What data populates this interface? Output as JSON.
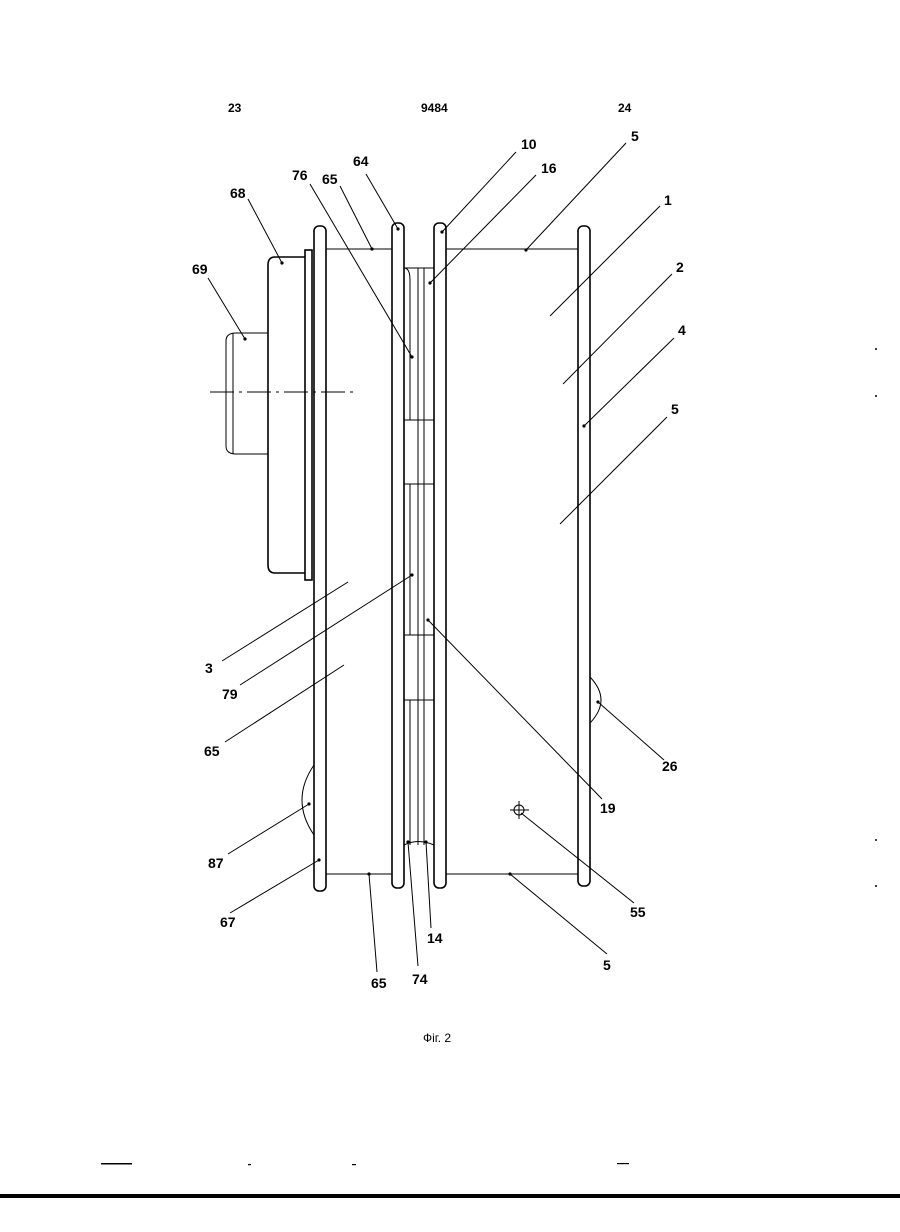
{
  "header": {
    "left_page": "23",
    "center_doc": "9484",
    "right_page": "24"
  },
  "caption": "Фiг. 2",
  "reference_labels": {
    "r64": "64",
    "r10": "10",
    "r5_top": "5",
    "r76": "76",
    "r65_top": "65",
    "r16": "16",
    "r68": "68",
    "r1": "1",
    "r69": "69",
    "r2": "2",
    "r4": "4",
    "r5_mid": "5",
    "r3": "3",
    "r79": "79",
    "r65_mid": "65",
    "r26": "26",
    "r19": "19",
    "r87": "87",
    "r55": "55",
    "r67": "67",
    "r14": "14",
    "r5_bot": "5",
    "r74": "74",
    "r65_bot": "65"
  }
}
